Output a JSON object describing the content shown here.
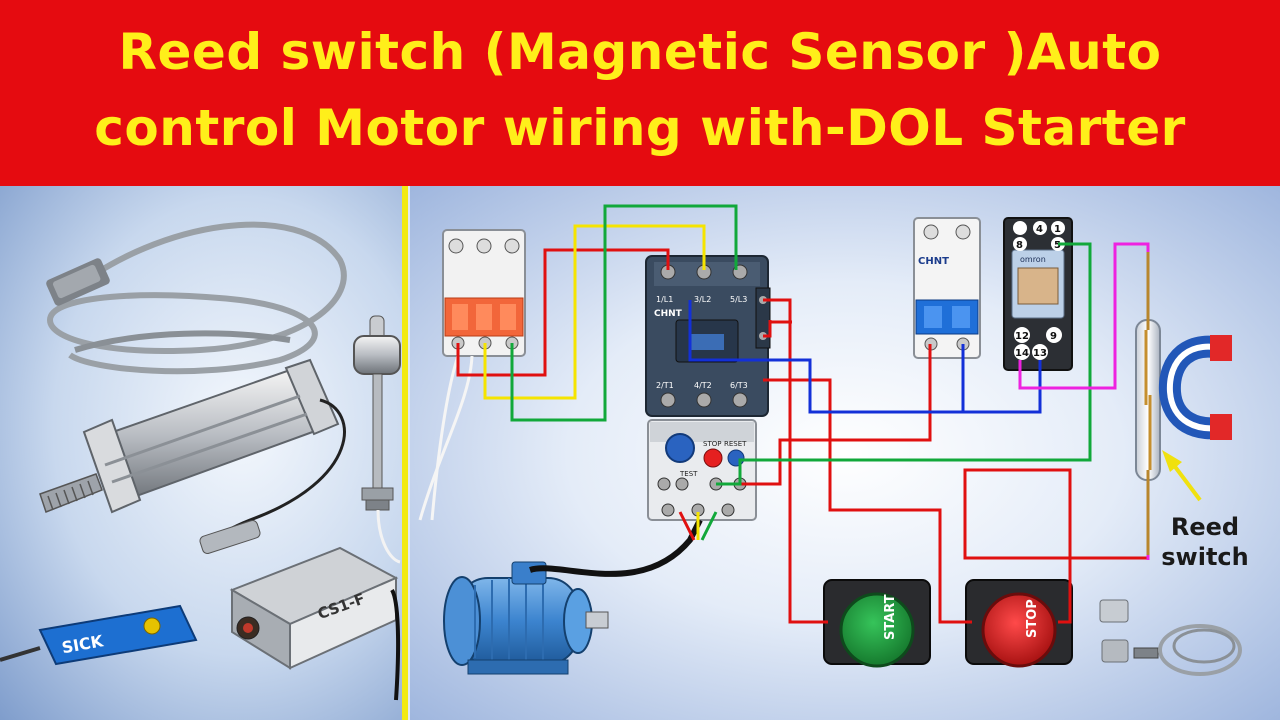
{
  "title": {
    "line1": "Reed switch (Magnetic Sensor )Auto",
    "line2": "control Motor wiring with-DOL Starter"
  },
  "labels": {
    "reed_line1": "Reed",
    "reed_line2": "switch",
    "sensor_cs1f": "CS1-F",
    "sick_brand": "SICK",
    "start_button": "START",
    "stop_button": "STOP",
    "chnt_brand": "CHNT",
    "omron_brand": "omron",
    "contactor_top": [
      "1/L1",
      "3/L2",
      "5/L3"
    ],
    "contactor_bottom": [
      "2/T1",
      "4/T2",
      "6/T3"
    ],
    "relay_pins_top": [
      "8",
      "4",
      "1",
      "5"
    ],
    "relay_pins_bottom": [
      "12",
      "9",
      "14",
      "13"
    ],
    "overload_stop": "STOP",
    "overload_reset": "RESET",
    "overload_test": "TEST"
  },
  "colors": {
    "banner_bg": "#e50b10",
    "banner_text": "#ffef1a",
    "divider": "#f2ea12",
    "wire_red": "#e01010",
    "wire_yellow": "#f5e400",
    "wire_green": "#11a83a",
    "wire_blue": "#1330d8",
    "wire_magenta": "#ee22e0",
    "start_green": "#1e9b3c",
    "stop_red": "#d92020"
  }
}
